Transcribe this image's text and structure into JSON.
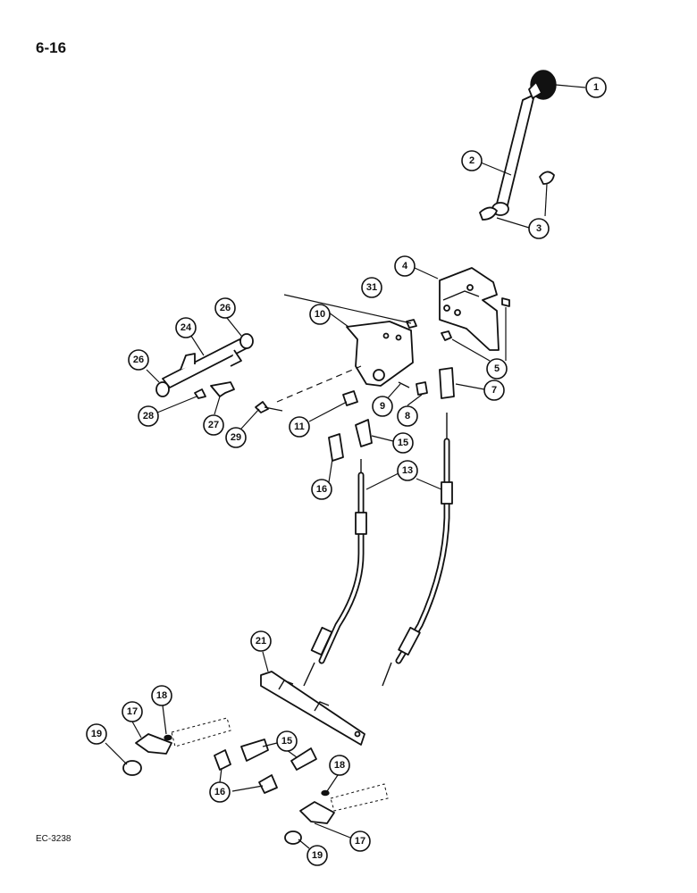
{
  "page_number": "6-16",
  "reference_code": "EC-3238",
  "callouts": {
    "c1": "1",
    "c2": "2",
    "c3": "3",
    "c4": "4",
    "c5": "5",
    "c7": "7",
    "c8": "8",
    "c9": "9",
    "c10": "10",
    "c11": "11",
    "c13": "13",
    "c15a": "15",
    "c15b": "15",
    "c16a": "16",
    "c16b": "16",
    "c17a": "17",
    "c17b": "17",
    "c18a": "18",
    "c18b": "18",
    "c19a": "19",
    "c19b": "19",
    "c21": "21",
    "c24": "24",
    "c26a": "26",
    "c26b": "26",
    "c27": "27",
    "c28": "28",
    "c29": "29",
    "c31": "31"
  }
}
